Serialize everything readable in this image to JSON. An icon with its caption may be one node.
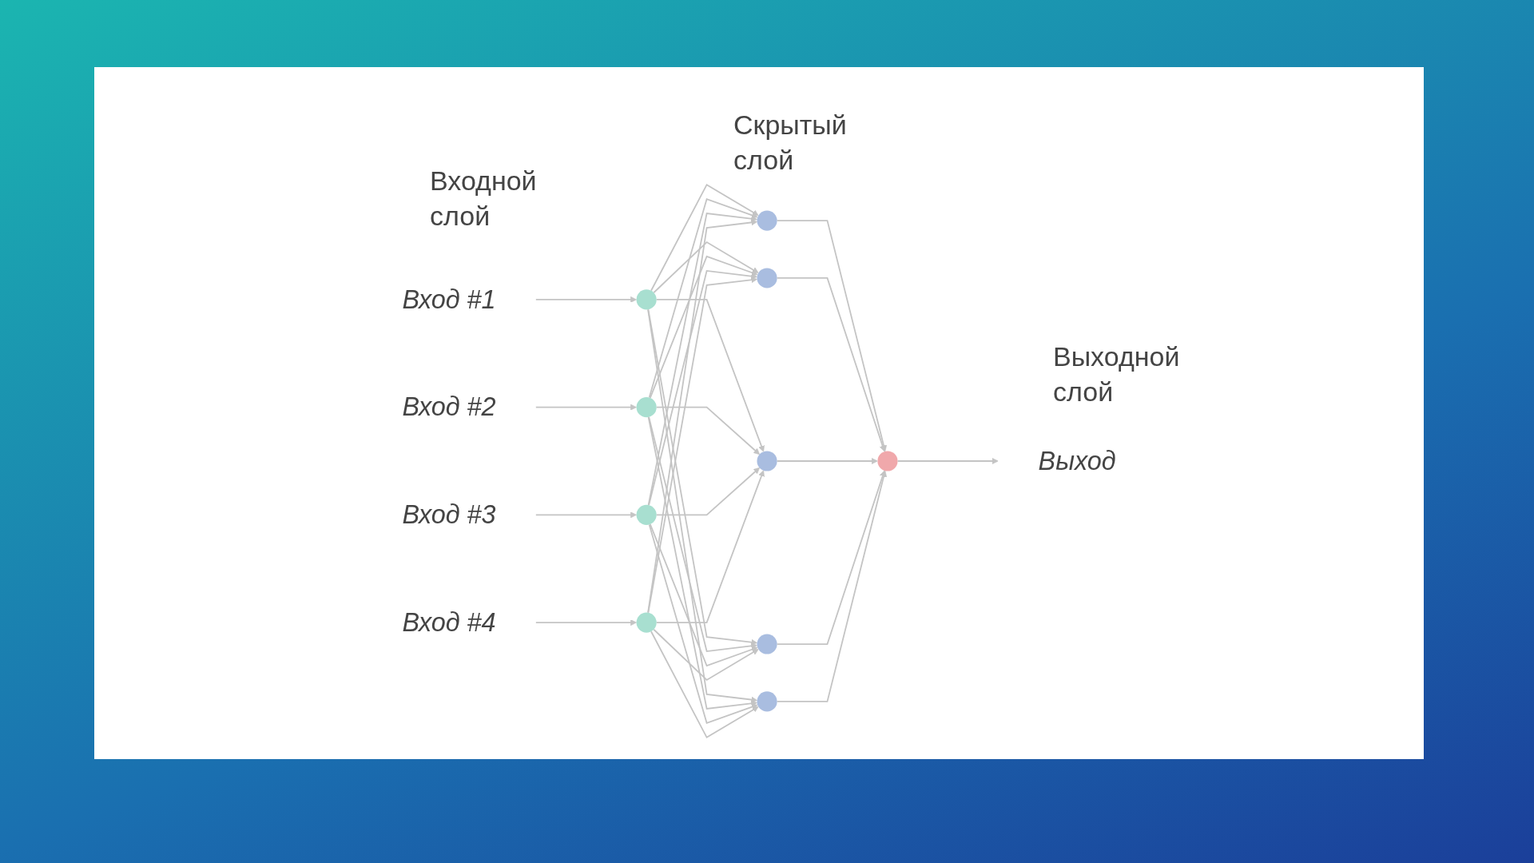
{
  "diagram": {
    "nodes": [
      {
        "text": [
          "Вход #1"
        ]
      },
      {
        "text": [
          "Вход #2"
        ]
      },
      {
        "text": [
          "Вход #3"
        ]
      },
      {
        "text": [
          "Вход #4"
        ]
      },
      {
        "text": [],
        "shape": "circle"
      },
      {
        "text": [],
        "shape": "circle"
      },
      {
        "text": [],
        "shape": "circle"
      },
      {
        "text": [],
        "shape": "circle"
      },
      {
        "text": [],
        "shape": "circle"
      },
      {
        "text": [],
        "shape": "circle"
      },
      {
        "text": [],
        "shape": "circle"
      },
      {
        "text": [],
        "shape": "circle"
      },
      {
        "text": [],
        "shape": "circle"
      },
      {
        "text": [],
        "shape": "circle"
      },
      {
        "text": [
          "Выход"
        ]
      }
    ],
    "edges": [
      {
        "from": 0,
        "to": 4,
        "arrow": "to"
      },
      {
        "from": 1,
        "to": 5,
        "arrow": "to"
      },
      {
        "from": 2,
        "to": 6,
        "arrow": "to"
      },
      {
        "from": 3,
        "to": 7,
        "arrow": "to"
      },
      {
        "from": 4,
        "to": 8,
        "arrow": "to"
      },
      {
        "from": 4,
        "to": 9,
        "arrow": "to"
      },
      {
        "from": 4,
        "to": 10,
        "arrow": "to"
      },
      {
        "from": 4,
        "to": 11,
        "arrow": "to"
      },
      {
        "from": 4,
        "to": 12,
        "arrow": "to"
      },
      {
        "from": 5,
        "to": 8,
        "arrow": "to"
      },
      {
        "from": 5,
        "to": 9,
        "arrow": "to"
      },
      {
        "from": 5,
        "to": 10,
        "arrow": "to"
      },
      {
        "from": 5,
        "to": 11,
        "arrow": "to"
      },
      {
        "from": 5,
        "to": 12,
        "arrow": "to"
      },
      {
        "from": 6,
        "to": 8,
        "arrow": "to"
      },
      {
        "from": 6,
        "to": 9,
        "arrow": "to"
      },
      {
        "from": 6,
        "to": 10,
        "arrow": "to"
      },
      {
        "from": 6,
        "to": 11,
        "arrow": "to"
      },
      {
        "from": 6,
        "to": 12,
        "arrow": "to"
      },
      {
        "from": 7,
        "to": 8,
        "arrow": "to"
      },
      {
        "from": 7,
        "to": 9,
        "arrow": "to"
      },
      {
        "from": 7,
        "to": 10,
        "arrow": "to"
      },
      {
        "from": 7,
        "to": 11,
        "arrow": "to"
      },
      {
        "from": 7,
        "to": 12,
        "arrow": "to"
      },
      {
        "from": 8,
        "to": 13,
        "arrow": "to"
      },
      {
        "from": 9,
        "to": 13,
        "arrow": "to"
      },
      {
        "from": 10,
        "to": 13,
        "arrow": "to"
      },
      {
        "from": 11,
        "to": 13,
        "arrow": "to"
      },
      {
        "from": 12,
        "to": 13,
        "arrow": "to"
      },
      {
        "from": 13,
        "to": 14,
        "arrow": "to"
      }
    ],
    "labels": [
      "Скрытый слой",
      "Входной слой",
      "Выходной слой"
    ]
  }
}
